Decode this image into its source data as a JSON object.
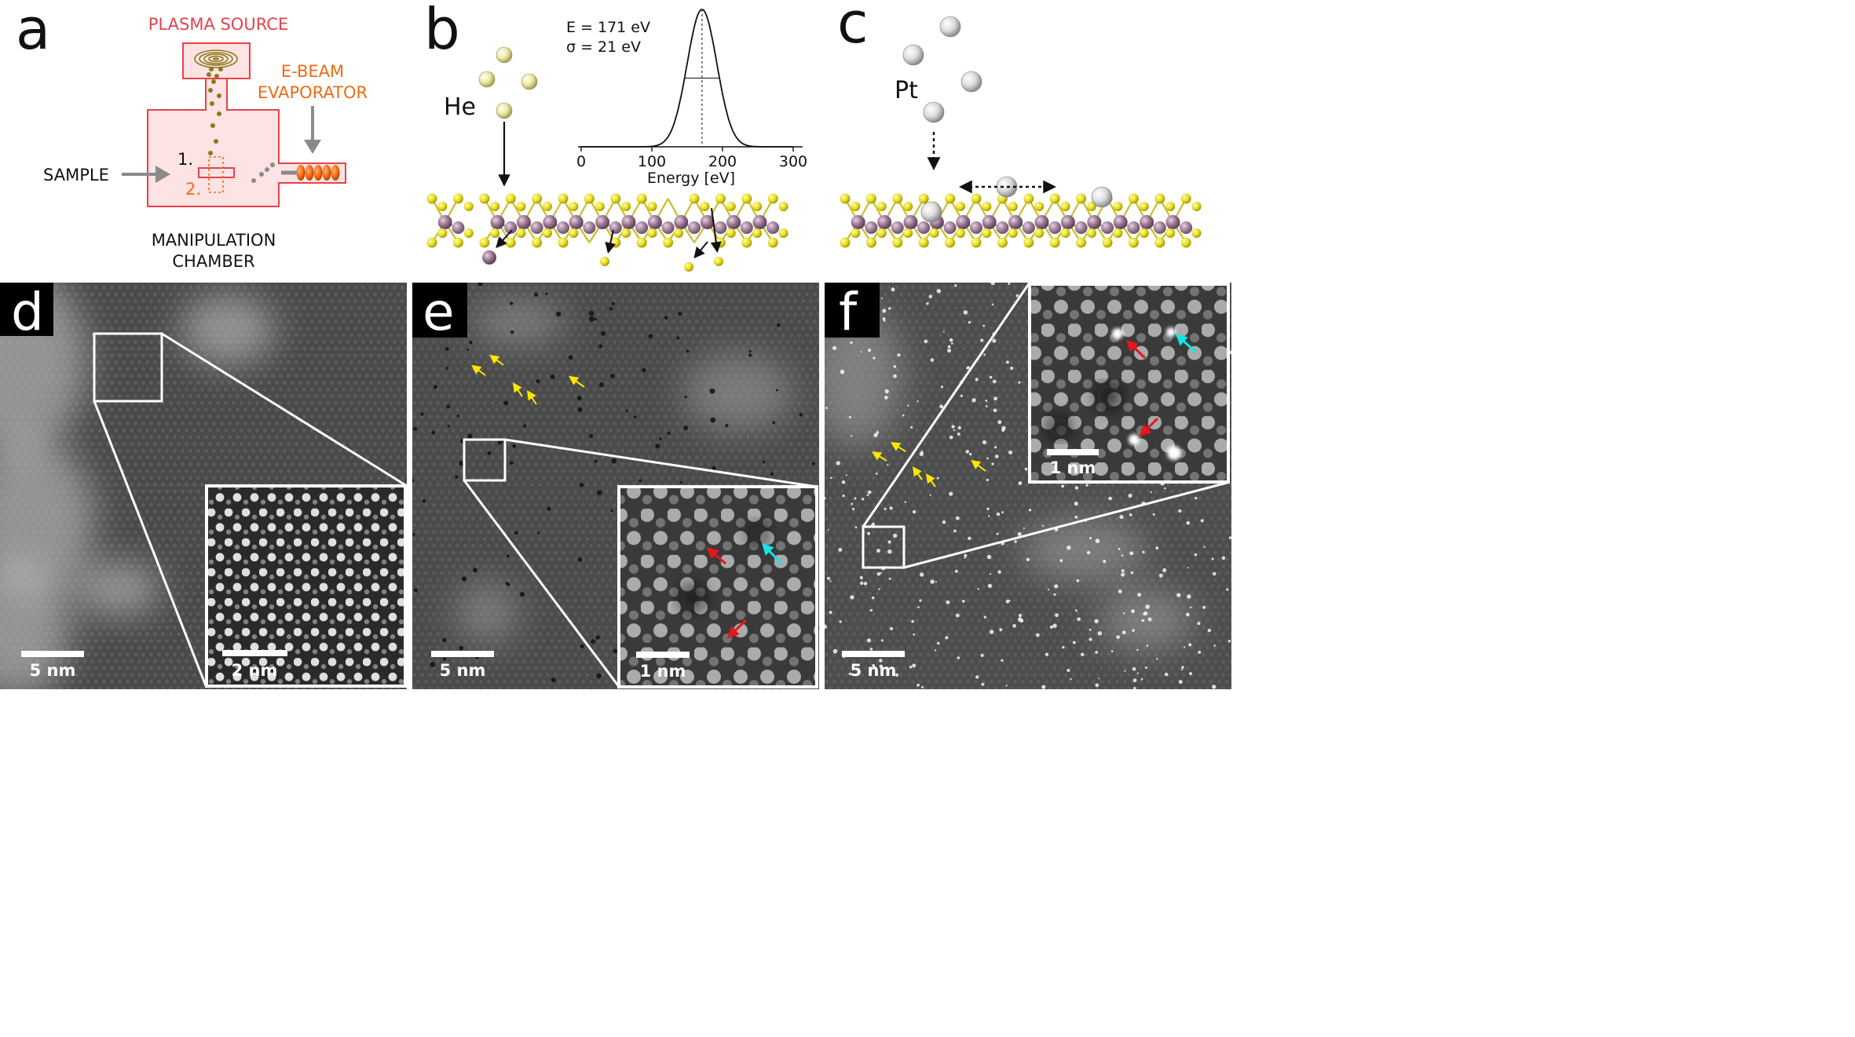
{
  "panels": {
    "a": {
      "letter": "a",
      "plasma_source": "PLASMA SOURCE",
      "ebeam_line1": "E-BEAM",
      "ebeam_line2": "EVAPORATOR",
      "sample": "SAMPLE",
      "step1": "1.",
      "step2": "2.",
      "chamber_line1": "MANIPULATION",
      "chamber_line2": "CHAMBER"
    },
    "b": {
      "letter": "b",
      "ion": "He",
      "energy_text": "E = 171 eV",
      "sigma_text": "σ = 21 eV",
      "xlabel": "Energy [eV]"
    },
    "c": {
      "letter": "c",
      "element": "Pt"
    },
    "d": {
      "letter": "d",
      "scale_main": "5 nm",
      "scale_inset": "2 nm"
    },
    "e": {
      "letter": "e",
      "scale_main": "5 nm",
      "scale_inset": "1 nm"
    },
    "f": {
      "letter": "f",
      "scale_main": "5 nm",
      "scale_inset": "1 nm"
    }
  },
  "chart_data": {
    "type": "line",
    "title": "",
    "xlabel": "Energy [eV]",
    "ylabel": "",
    "xlim": [
      0,
      300
    ],
    "xticks": [
      0,
      100,
      200,
      300
    ],
    "distribution": "gaussian",
    "mean": 171,
    "sigma": 21,
    "mean_marker": "dashed-vertical",
    "fwhm_marker": "horizontal"
  },
  "colors": {
    "plasma_label": "#e8414b",
    "ebeam_label": "#ef6a14",
    "chamber_fill": "#fde3e3",
    "chamber_stroke": "#e8414b",
    "ion_dots": "#8c7a1a",
    "sulfur": "#e6dc1e",
    "metal": "#9a7592",
    "he_atom": "#efe8a0",
    "pt_atom": "#dcdcdc",
    "arrow_yellow": "#ffe600",
    "arrow_red": "#e8141e",
    "arrow_cyan": "#16e3e6"
  }
}
